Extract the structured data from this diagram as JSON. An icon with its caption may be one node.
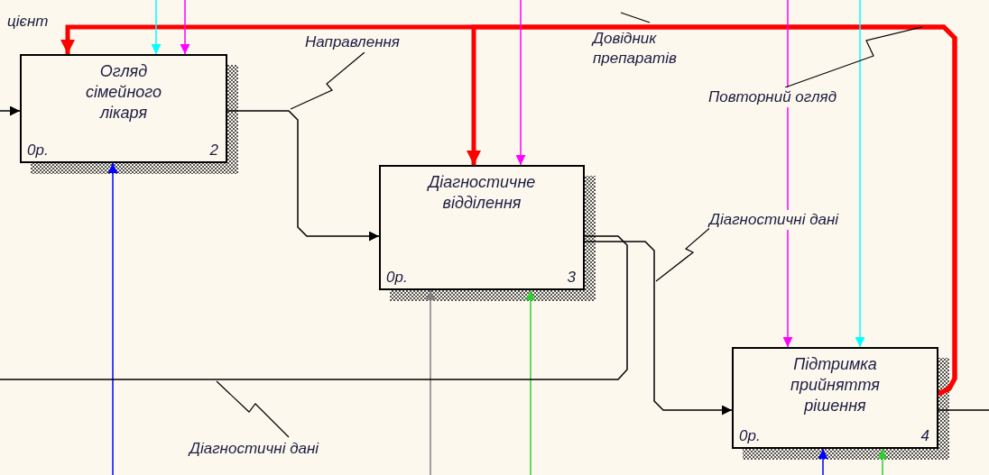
{
  "diagram": {
    "nodes": [
      {
        "text": [
          "Огляд сімейного лікаря",
          "0р.",
          "2"
        ]
      },
      {
        "text": [
          "Діагностичне відділення",
          "0р.",
          "3"
        ]
      },
      {
        "text": [
          "Підтримка прийняття рішення",
          "0р.",
          "4"
        ]
      }
    ],
    "edges": [
      {
        "from": 2,
        "to": 0,
        "arrow": "to",
        "label": "Повторний огляд",
        "style": "thick",
        "color": "#ff0000"
      },
      {
        "from": 2,
        "to": 1,
        "arrow": "to",
        "style": "thick",
        "color": "#ff0000"
      },
      {
        "from": null,
        "to": 0,
        "arrow": "to",
        "color": "#00ffff"
      },
      {
        "from": null,
        "to": 0,
        "arrow": "to",
        "color": "#ff00ff"
      },
      {
        "from": null,
        "to": 1,
        "arrow": "to",
        "color": "#ff00ff"
      },
      {
        "from": null,
        "to": 2,
        "arrow": "to",
        "color": "#ff00ff"
      },
      {
        "from": null,
        "to": 2,
        "arrow": "to",
        "color": "#00ffff"
      },
      {
        "from": null,
        "to": 0,
        "arrow": "to"
      },
      {
        "from": null,
        "to": 0,
        "arrow": "to",
        "color": "#0000ff"
      },
      {
        "from": 0,
        "to": 1,
        "arrow": "to",
        "label": "Направлення"
      },
      {
        "from": null,
        "to": 1,
        "arrow": "to",
        "color": "#808080"
      },
      {
        "from": null,
        "to": 1,
        "arrow": "to",
        "color": "#33cc33"
      },
      {
        "from": 1,
        "to": null,
        "arrow": "none",
        "label": "Діагностичні дані"
      },
      {
        "from": 1,
        "to": 2,
        "arrow": "to",
        "label": "Діагностичні дані"
      },
      {
        "from": 2,
        "to": null,
        "arrow": "none"
      },
      {
        "from": null,
        "to": 2,
        "arrow": "to",
        "color": "#0000ff"
      },
      {
        "from": null,
        "to": 2,
        "arrow": "to",
        "color": "#33cc33"
      }
    ],
    "labels": [
      "цієнт",
      "Довідник препаратів"
    ]
  }
}
